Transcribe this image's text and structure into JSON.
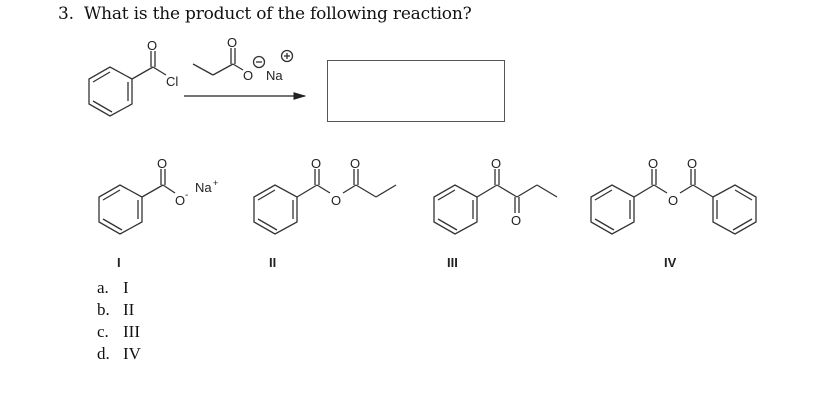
{
  "question": {
    "number": "3.",
    "text": "What is the product of the following reaction?"
  },
  "reaction": {
    "reactant_1": {
      "name": "benzoyl chloride",
      "atom_labels": {
        "oxygen": "O",
        "chlorine": "Cl"
      }
    },
    "reagent": {
      "name": "sodium propanoate",
      "atom_labels": {
        "carbonyl_oxygen": "O",
        "anionic_oxygen": "O",
        "sodium": "Na"
      },
      "charges": {
        "anion": "−",
        "cation": "+"
      }
    },
    "product_box": {
      "content": ""
    }
  },
  "structures": [
    {
      "label": "I",
      "name": "sodium benzoate",
      "atom_labels": {
        "o1": "O",
        "o2": "O",
        "o2_charge": "-",
        "counterion": "Na",
        "counterion_charge": "+"
      }
    },
    {
      "label": "II",
      "name": "benzoic propanoic anhydride",
      "atom_labels": {
        "o1": "O",
        "o2": "O",
        "o3": "O"
      }
    },
    {
      "label": "III",
      "name": "1-phenylbutane-1,2-dione",
      "atom_labels": {
        "o1": "O",
        "o2": "O"
      }
    },
    {
      "label": "IV",
      "name": "benzoic anhydride",
      "atom_labels": {
        "o1": "O",
        "o2": "O",
        "o3": "O"
      }
    }
  ],
  "choices": [
    {
      "letter": "a.",
      "value": "I"
    },
    {
      "letter": "b.",
      "value": "II"
    },
    {
      "letter": "c.",
      "value": "III"
    },
    {
      "letter": "d.",
      "value": "IV"
    }
  ]
}
